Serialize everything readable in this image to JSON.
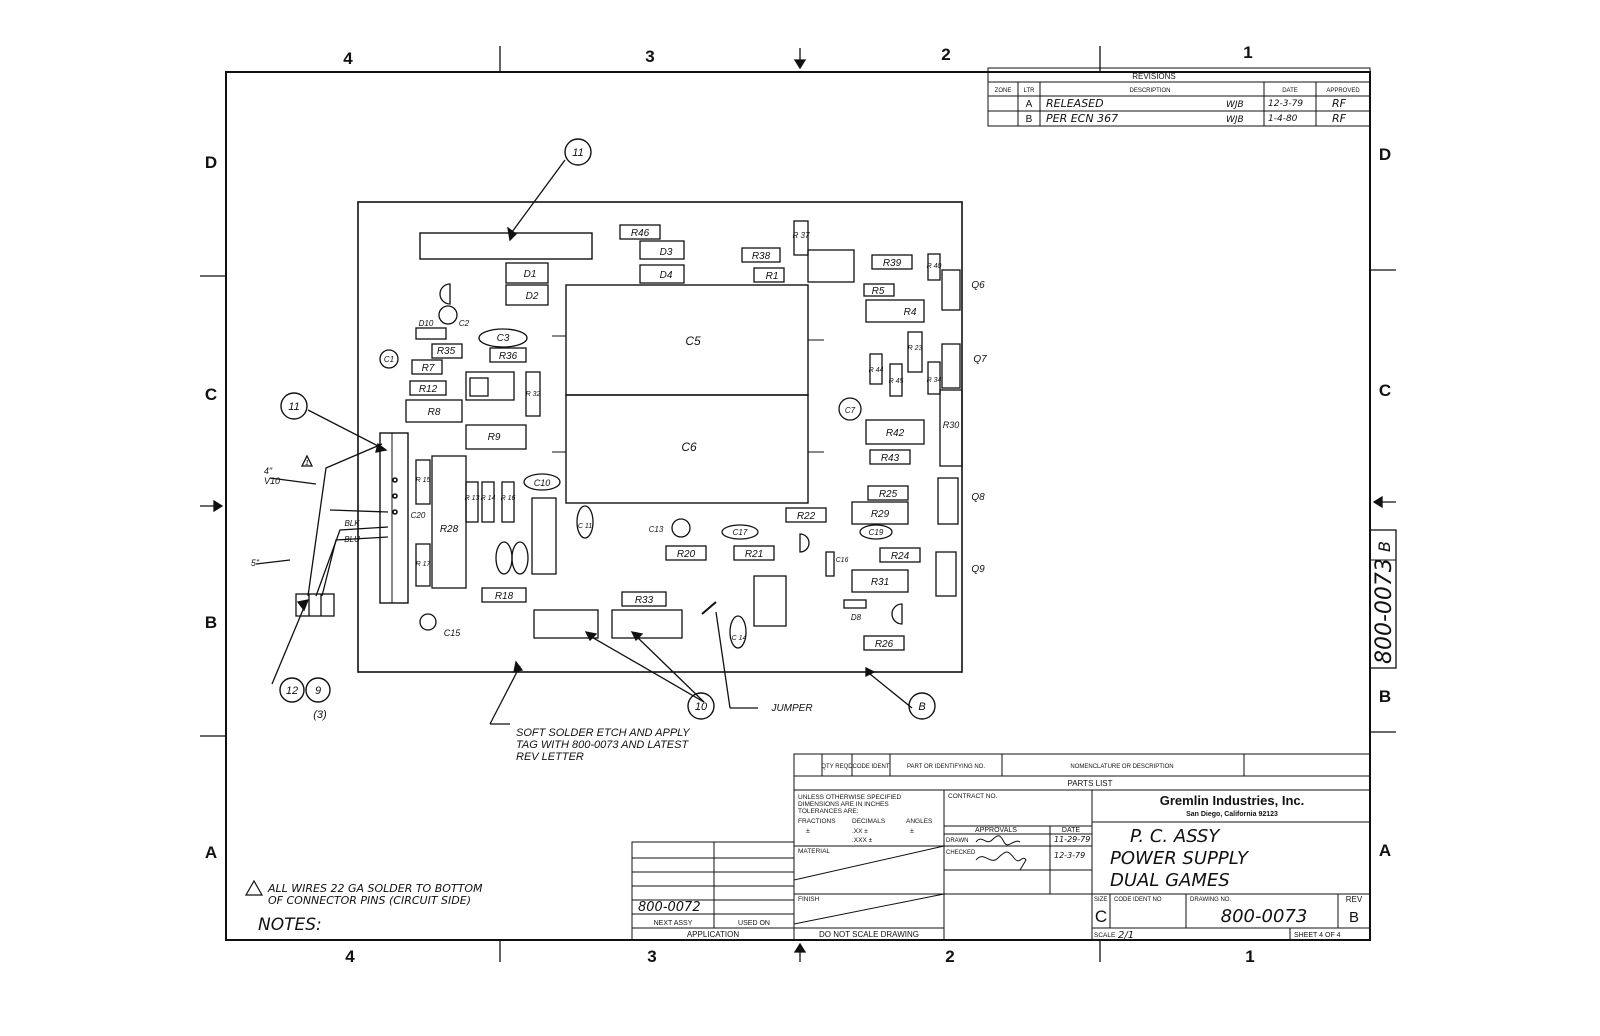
{
  "zones": {
    "columns": [
      "4",
      "3",
      "2",
      "1"
    ],
    "rows": [
      "D",
      "C",
      "B",
      "A"
    ]
  },
  "revisions": {
    "title": "REVISIONS",
    "headers": [
      "ZONE",
      "LTR",
      "DESCRIPTION",
      "DATE",
      "APPROVED"
    ],
    "rows": [
      {
        "zone": "",
        "ltr": "A",
        "desc": "RELEASED",
        "by": "WJB",
        "date": "12-3-79",
        "approved": "RF"
      },
      {
        "zone": "",
        "ltr": "B",
        "desc": "PER ECN 367",
        "by": "WJB",
        "date": "1-4-80",
        "approved": "RF"
      }
    ]
  },
  "side_number": "800-0073",
  "side_rev": "B",
  "components": {
    "r46": "R46",
    "d3": "D3",
    "d4": "D4",
    "r38": "R38",
    "r1": "R1",
    "r37": "R 37",
    "r39": "R39",
    "r40": "R 40",
    "q6": "Q6",
    "d1": "D1",
    "d2": "D2",
    "r5": "R5",
    "r4": "R4",
    "d10": "D10",
    "c2": "C2",
    "c3": "C3",
    "r35": "R35",
    "r36": "R36",
    "c1": "C1",
    "r7": "R7",
    "c5": "C5",
    "r23": "R 23",
    "q7": "Q7",
    "r44": "R 44",
    "r45": "R 45",
    "r34": "R 34",
    "r12": "R12",
    "r32": "R 32",
    "r8": "R8",
    "c7": "C7",
    "r42": "R42",
    "r30": "R30",
    "r9": "R9",
    "c6": "C6",
    "r43": "R43",
    "r15": "R 15",
    "c10": "C10",
    "r25": "R25",
    "q8": "Q8",
    "r13": "R 13",
    "r14": "R 14",
    "r16": "R 16",
    "c20": "C20",
    "r28": "R28",
    "c11": "C 11",
    "r22": "R22",
    "r29": "R29",
    "c13": "C13",
    "c17": "C17",
    "c19": "C19",
    "r17": "R 17",
    "r20": "R20",
    "r21": "R21",
    "c16": "C16",
    "r24": "R24",
    "q9": "Q9",
    "r31": "R31",
    "r18": "R18",
    "r33": "R33",
    "d8": "D8",
    "c15": "C15",
    "c14": "C 14",
    "r26": "R26",
    "blk": "BLK",
    "blu": "BLU"
  },
  "callouts": {
    "item_11_top": "11",
    "item_11_left": "11",
    "item_12": "12",
    "item_9": "9",
    "item_qty": "(3)",
    "item_10": "10",
    "item_b": "B",
    "jumper": "JUMPER",
    "wire_4in": "4\"",
    "wire_v10": "V10",
    "wire_5in": "5\"",
    "flag": "1"
  },
  "notes": {
    "solder_line1": "SOFT SOLDER ETCH AND APPLY",
    "solder_line2": "TAG WITH 800-0073 AND LATEST",
    "solder_line3": "REV LETTER",
    "wires_line1": "ALL WIRES 22 GA SOLDER TO BOTTOM",
    "wires_line2": "OF CONNECTOR PINS (CIRCUIT SIDE)",
    "heading": "NOTES:"
  },
  "parts_list": {
    "qty": "QTY REQD",
    "code": "CODE IDENT",
    "part": "PART OR IDENTIFYING NO.",
    "nomen": "NOMENCLATURE OR DESCRIPTION",
    "title": "PARTS LIST"
  },
  "title_block": {
    "unless_1": "UNLESS OTHERWISE SPECIFIED",
    "unless_2": "DIMENSIONS ARE IN INCHES",
    "unless_3": "TOLERANCES ARE:",
    "fractions": "FRACTIONS",
    "decimals": "DECIMALS",
    "angles": "ANGLES",
    "tol_pm": "±",
    "dec_xx": ".XX ±",
    "dec_xxx": ".XXX ±",
    "material": "MATERIAL",
    "finish": "FINISH",
    "dont_scale": "DO NOT SCALE DRAWING",
    "contract": "CONTRACT NO.",
    "approvals": "APPROVALS",
    "date_label": "DATE",
    "drawn": "DRAWN",
    "drawn_date": "11-29-79",
    "checked": "CHECKED",
    "checked_date": "12-3-79",
    "company": "Gremlin Industries, Inc.",
    "address": "San Diego, California 92123",
    "title_1": "P. C. ASSY",
    "title_2": "POWER SUPPLY",
    "title_3": "DUAL GAMES",
    "size_label": "SIZE",
    "size": "C",
    "code_ident_label": "CODE IDENT NO",
    "drawing_no_label": "DRAWING NO.",
    "drawing_no": "800-0073",
    "rev_label": "REV",
    "rev": "B",
    "scale_label": "SCALE",
    "scale": "2/1",
    "sheet": "SHEET 4 OF 4",
    "next_assy_value": "800-0072",
    "next_assy": "NEXT ASSY",
    "used_on": "USED ON",
    "application": "APPLICATION"
  }
}
